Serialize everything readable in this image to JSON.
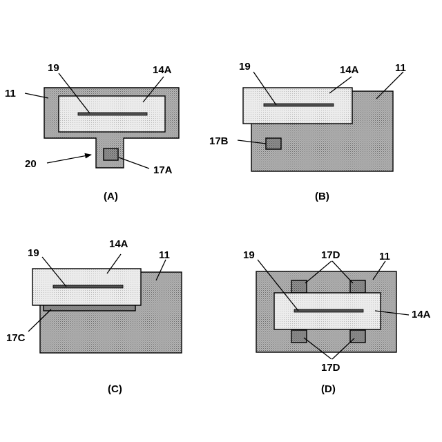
{
  "figure": {
    "panels": [
      {
        "caption": "(A)",
        "labels": {
          "substrate": "11",
          "element": "14A",
          "wire": "19",
          "pad": "17A",
          "tab": "20"
        }
      },
      {
        "caption": "(B)",
        "labels": {
          "substrate": "11",
          "element": "14A",
          "wire": "19",
          "pad": "17B"
        }
      },
      {
        "caption": "(C)",
        "labels": {
          "substrate": "11",
          "element": "14A",
          "wire": "19",
          "pad": "17C"
        }
      },
      {
        "caption": "(D)",
        "labels": {
          "substrate": "11",
          "element": "14A",
          "wire": "19",
          "pad_top": "17D",
          "pad_bottom": "17D"
        }
      }
    ],
    "colors": {
      "substrate_fill": "#a8a8a8",
      "element_fill": "#e6e6e6",
      "pad_fill": "#8c8c8c",
      "line": "#000000"
    }
  }
}
